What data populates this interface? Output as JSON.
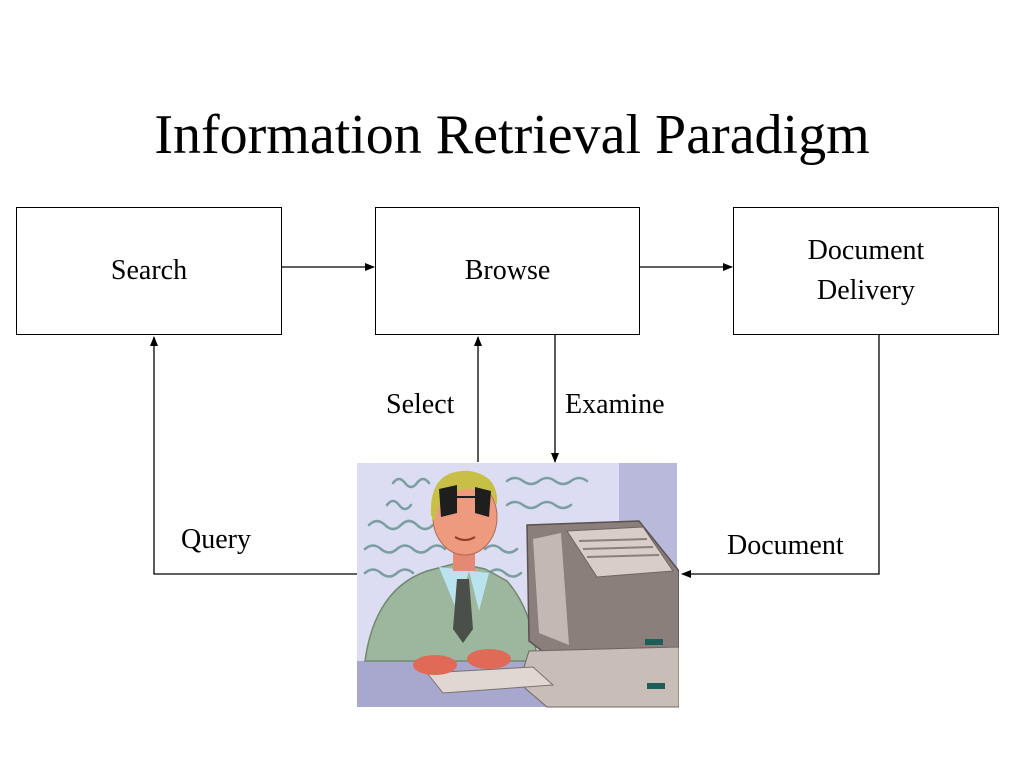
{
  "title": "Information Retrieval Paradigm",
  "boxes": {
    "search": "Search",
    "browse": "Browse",
    "delivery": "Document\nDelivery"
  },
  "labels": {
    "select": "Select",
    "examine": "Examine",
    "query": "Query",
    "document": "Document"
  },
  "clipart": {
    "name": "man-at-computer-clipart"
  }
}
